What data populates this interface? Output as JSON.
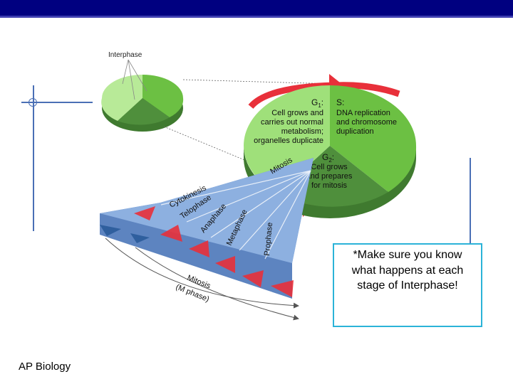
{
  "diagram": {
    "interphase_label": "Interphase",
    "g1": {
      "title": "G",
      "sub": "1",
      "lines": [
        "Cell grows and",
        "carries out normal",
        "metabolism;",
        "organelles duplicate"
      ]
    },
    "s": {
      "title": "S:",
      "lines": [
        "DNA replication",
        "and chromosome",
        "duplication"
      ]
    },
    "g2": {
      "title": "G",
      "sub": "2",
      "lines": [
        "Cell grows",
        "and prepares",
        "for mitosis"
      ]
    },
    "mitosis_fan_label": "Mitosis",
    "phases": [
      "Cytokinesis",
      "Telophase",
      "Anaphase",
      "Metaphase",
      "Prophase"
    ],
    "mitosis_bracket": [
      "Mitosis",
      "(M phase)"
    ],
    "colors": {
      "g1": "#9fe07a",
      "s": "#6cc043",
      "g2": "#4f8f3c",
      "fan": "#7fa3d6",
      "arrow": "#e8303a"
    }
  },
  "callout": {
    "text": "*Make sure you know what happens at each stage of Interphase!"
  },
  "footer": {
    "label": "AP Biology"
  }
}
